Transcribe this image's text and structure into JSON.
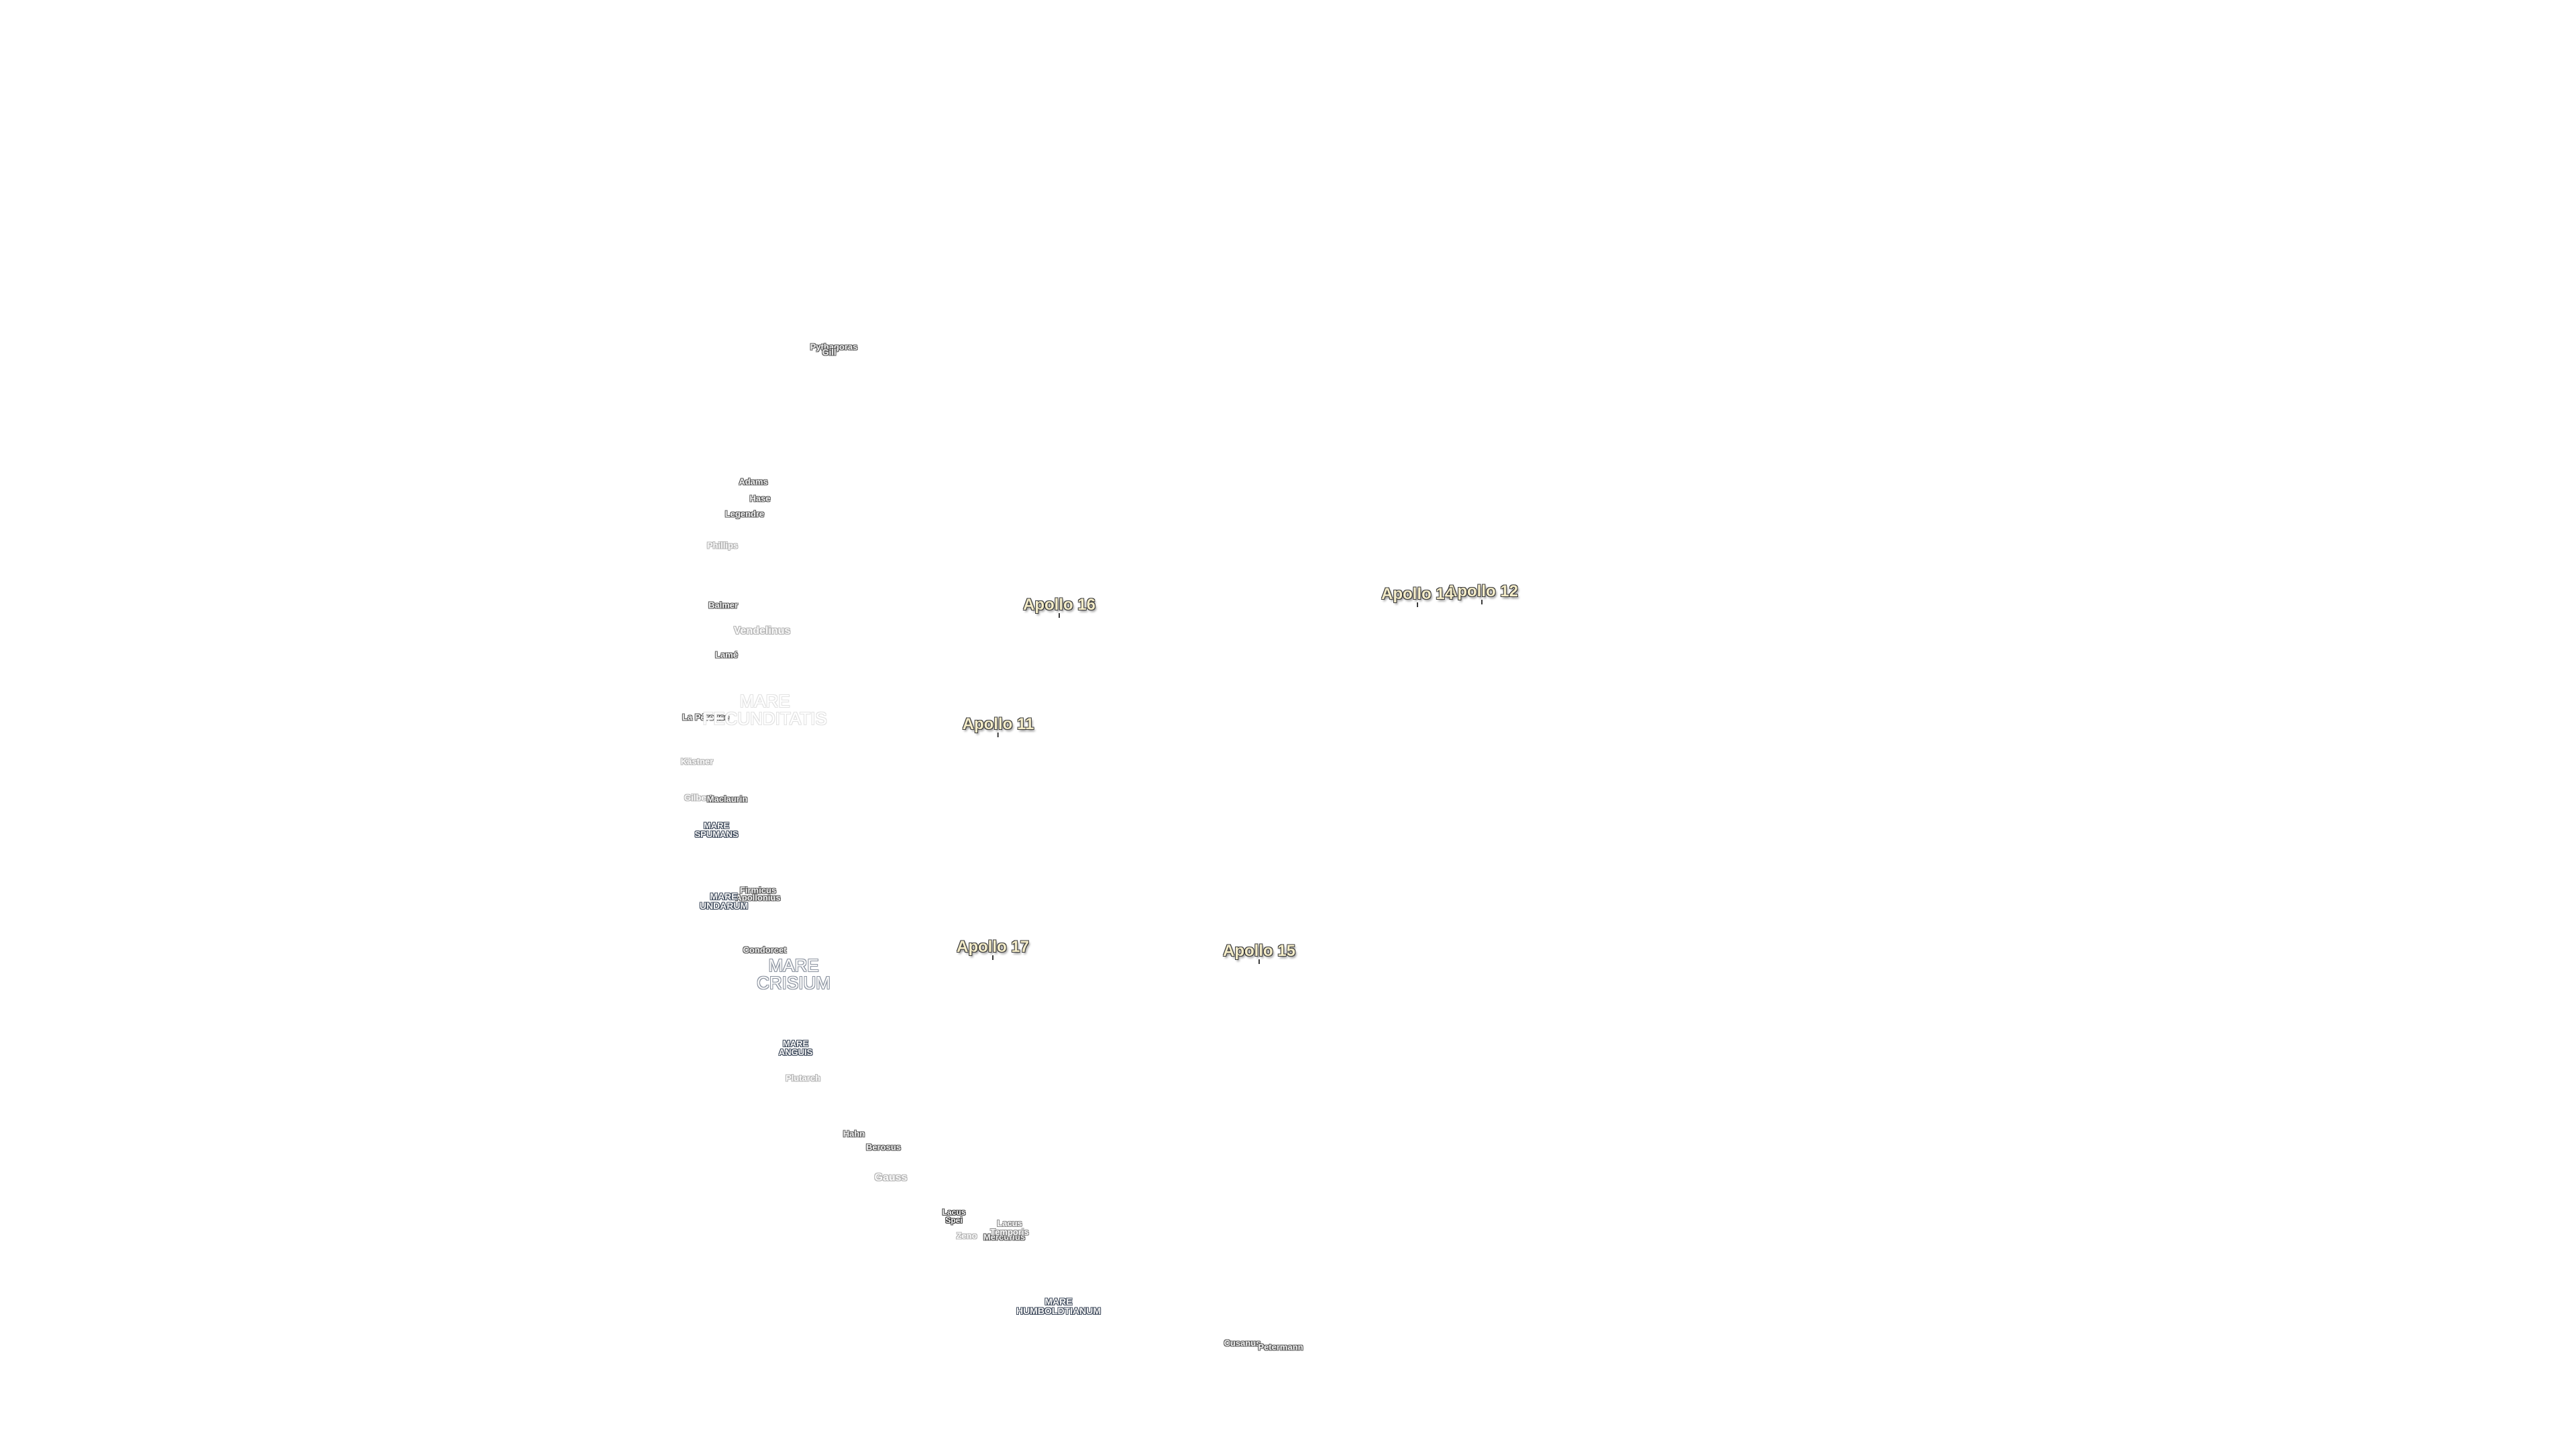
{
  "apollo_sites": [
    {
      "id": "apollo-11",
      "label": "Apollo 11"
    },
    {
      "id": "apollo-12",
      "label": "Apollo 12"
    },
    {
      "id": "apollo-14",
      "label": "Apollo 14"
    },
    {
      "id": "apollo-15",
      "label": "Apollo 15"
    },
    {
      "id": "apollo-16",
      "label": "Apollo 16"
    },
    {
      "id": "apollo-17",
      "label": "Apollo 17"
    }
  ],
  "craters": {
    "pythagoras": "Pythagoras",
    "gill": "Gill",
    "adams": "Adams",
    "hase": "Hase",
    "legendre": "Legendre",
    "phillips": "Phillips",
    "balmer": "Balmer",
    "vendelinus": "Vendelinus",
    "lame": "Lamé",
    "la_perouse": "La Pérouse",
    "kastner": "Kästner",
    "gilbert": "Gilbert",
    "maclaurin": "Maclaurin",
    "firmicus": "Firmicus",
    "apollonius": "Apollonius",
    "condorcet": "Condorcet",
    "plutarch": "Plutarch",
    "hahn": "Hahn",
    "berosus": "Berosus",
    "gauss": "Gauss",
    "zeno": "Zeno",
    "mercurius": "Mercurius",
    "cusanus": "Cusanus",
    "petermann": "Petermann"
  },
  "maria": {
    "fecunditatis": "MARE\nFECUNDITATIS",
    "spumans": "MARE\nSPUMANS",
    "undarum": "MARE\nUNDARUM",
    "crisium": "MARE\nCRISIUM",
    "anguis": "MARE\nANGUIS",
    "humboldtianum": "MARE\nHUMBOLDTIANUM"
  },
  "lakes": {
    "lacus_spei": "Lacus\nSpei",
    "lacus_temporis": "Lacus\nTemporis"
  },
  "colors": {
    "background": "#ffffff",
    "apollo_fill": "#f4ecc8",
    "label_outline": "#3a3a3a",
    "mare_outline": "#3e4a5c"
  }
}
